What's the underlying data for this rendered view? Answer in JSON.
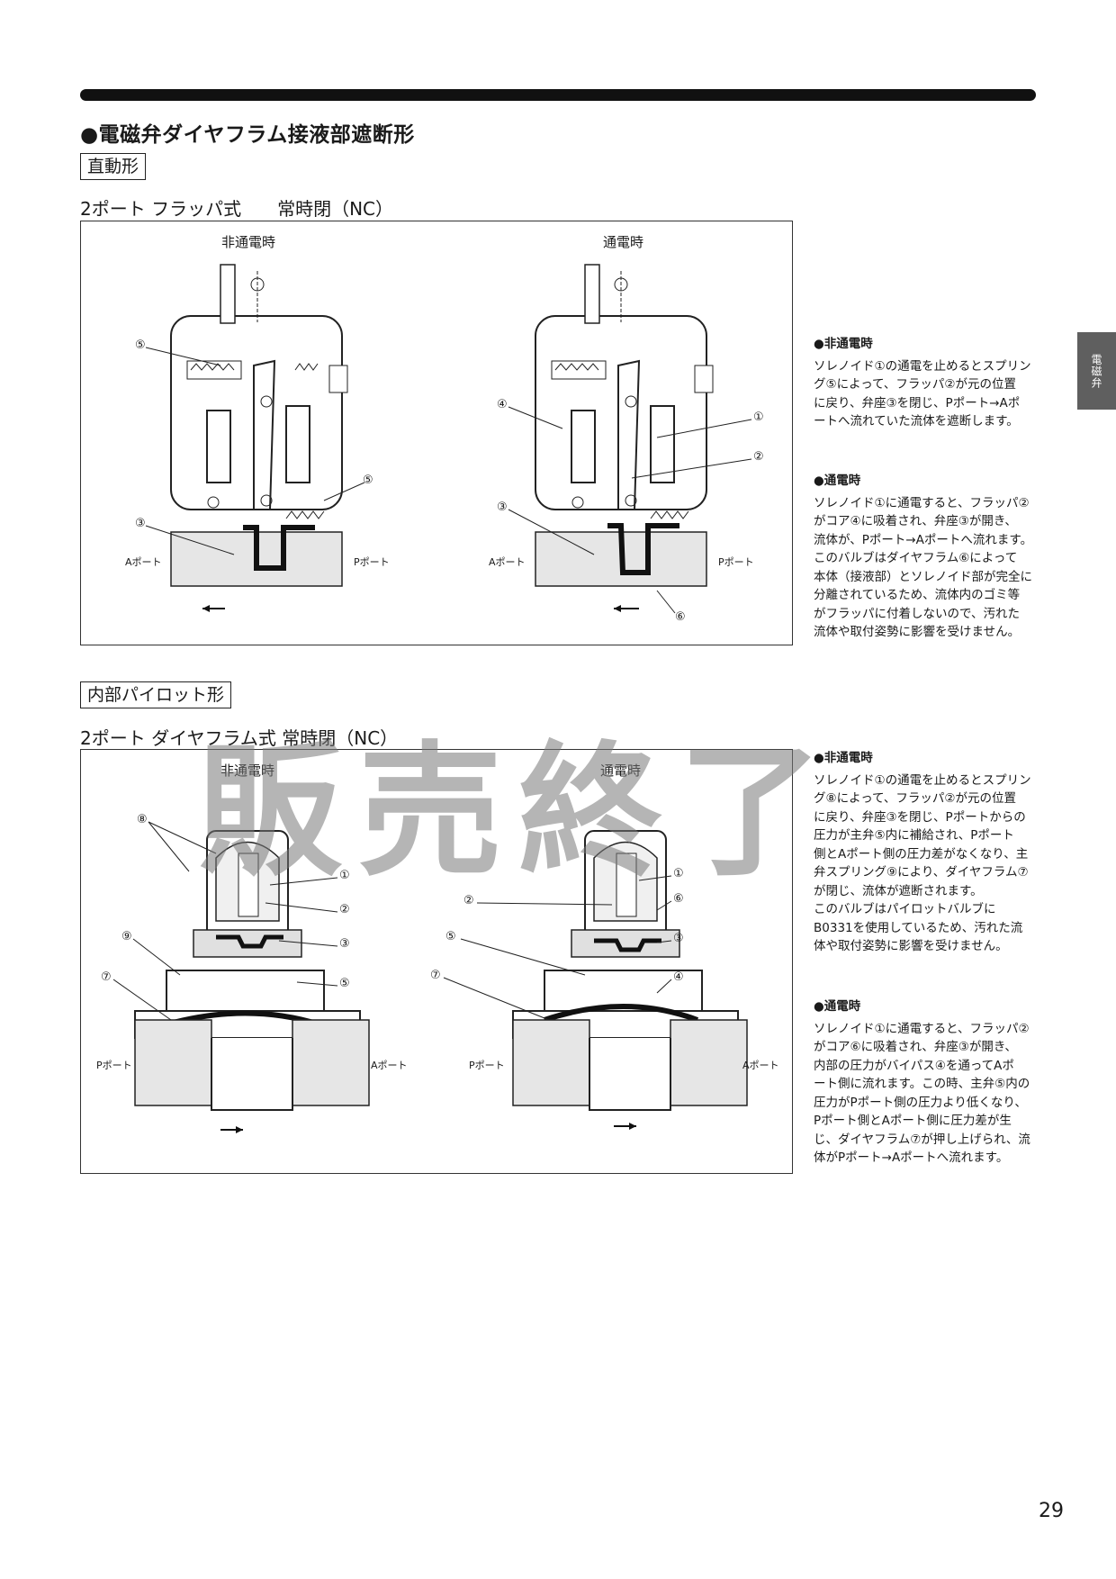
{
  "page": {
    "section_title": "●電磁弁ダイヤフラム接液部遮断形",
    "side_tab": "電磁弁",
    "page_number": "29",
    "watermark": "販売終了"
  },
  "direct": {
    "label": "直動形",
    "subtitle": "2ポート フラッパ式　　常時閉（NC）",
    "state_off": "非通電時",
    "state_on": "通電時",
    "port_a": "Aポート",
    "port_p": "Pポート",
    "callouts_off": [
      "⑤",
      "⑤",
      "③"
    ],
    "callouts_on": [
      "④",
      "①",
      "②",
      "③",
      "⑥"
    ],
    "desc_off_head": "●非通電時",
    "desc_off_lines": [
      "ソレノイド①の通電を止めるとスプリン",
      "グ⑤によって、フラッパ②が元の位置",
      "に戻り、弁座③を閉じ、Pポート→Aポ",
      "ートへ流れていた流体を遮断します。"
    ],
    "desc_on_head": "●通電時",
    "desc_on_lines": [
      "ソレノイド①に通電すると、フラッパ②",
      "がコア④に吸着され、弁座③が開き、",
      "流体が、Pポート→Aポートへ流れます。",
      "このバルブはダイヤフラム⑥によって",
      "本体（接液部）とソレノイド部が完全に",
      "分離されているため、流体内のゴミ等",
      "がフラッパに付着しないので、汚れた",
      "流体や取付姿勢に影響を受けません。"
    ]
  },
  "pilot": {
    "label": "内部パイロット形",
    "subtitle": "2ポート ダイヤフラム式 常時閉（NC）",
    "state_off": "非通電時",
    "state_on": "通電時",
    "port_a": "Aポート",
    "port_p": "Pポート",
    "callouts_off": [
      "⑧",
      "①",
      "②",
      "⑨",
      "③",
      "⑤",
      "⑦"
    ],
    "callouts_on": [
      "①",
      "②",
      "⑥",
      "⑤",
      "③",
      "⑦",
      "④"
    ],
    "desc_off_head": "●非通電時",
    "desc_off_lines": [
      "ソレノイド①の通電を止めるとスプリン",
      "グ⑧によって、フラッパ②が元の位置",
      "に戻り、弁座③を閉じ、Pポートからの",
      "圧力が主弁⑤内に補給され、Pポート",
      "側とAポート側の圧力差がなくなり、主",
      "弁スプリング⑨により、ダイヤフラム⑦",
      "が閉じ、流体が遮断されます。",
      "このバルブはパイロットバルブに",
      "B0331を使用しているため、汚れた流",
      "体や取付姿勢に影響を受けません。"
    ],
    "desc_on_head": "●通電時",
    "desc_on_lines": [
      "ソレノイド①に通電すると、フラッパ②",
      "がコア⑥に吸着され、弁座③が開き、",
      "内部の圧力がバイパス④を通ってAポ",
      "ート側に流れます。この時、主弁⑤内の",
      "圧力がPポート側の圧力より低くなり、",
      "Pポート側とAポート側に圧力差が生",
      "じ、ダイヤフラム⑦が押し上げられ、流",
      "体がPポート→Aポートへ流れます。"
    ]
  }
}
